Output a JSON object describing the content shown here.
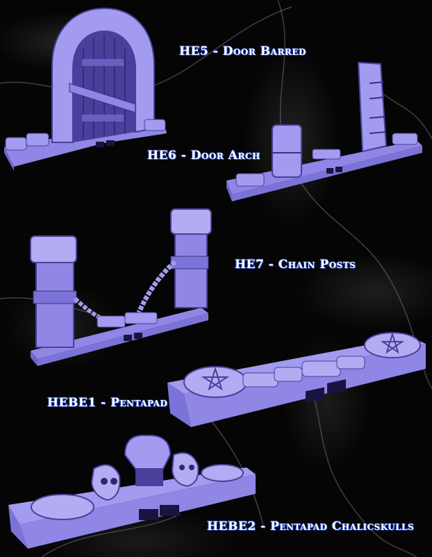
{
  "products": [
    {
      "code": "HE5",
      "name": "Door Barred",
      "label": "HE5 - Door Barred"
    },
    {
      "code": "HE6",
      "name": "Door Arch",
      "label": "HE6 - Door Arch"
    },
    {
      "code": "HE7",
      "name": "Chain Posts",
      "label": "HE7 - Chain Posts"
    },
    {
      "code": "HEBE1",
      "name": "Pentapad",
      "label": "HEBE1 - Pentapad"
    },
    {
      "code": "HEBE2",
      "name": "Pentapad Chalicskulls",
      "label": "HEBE2 - Pentapad Chalicskulls"
    }
  ],
  "colors": {
    "background": "#050505",
    "model": "#8f86e6",
    "model_dark": "#4a3f9a",
    "model_light": "#b3acf2",
    "text": "#ffffff",
    "text_outline": "#2a4fd0"
  }
}
